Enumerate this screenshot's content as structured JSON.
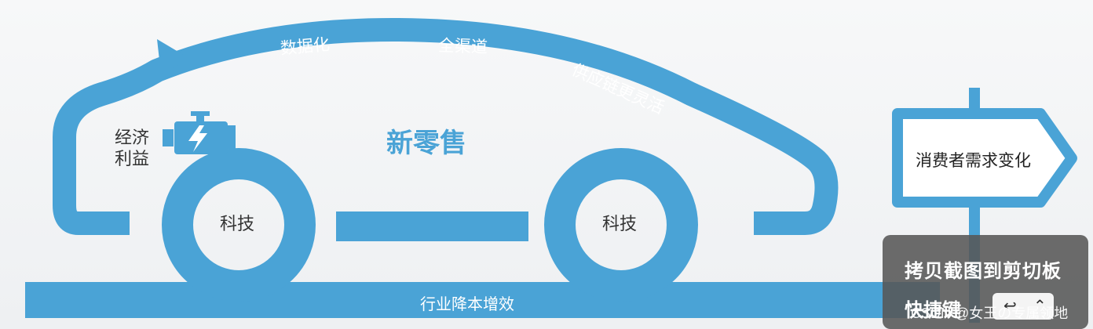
{
  "diagram": {
    "center_title": "新零售",
    "engine_label_line1": "经济",
    "engine_label_line2": "利益",
    "front_wheel_label": "科技",
    "rear_wheel_label": "科技",
    "road_label": "行业降本增效",
    "arc_labels": [
      "数据化",
      "全渠道",
      "供应链更灵活"
    ],
    "sign_label": "消费者需求变化",
    "accent_color": "#4aa3d6"
  },
  "toast": {
    "line1": "拷贝截图到剪切板",
    "line2": "快捷键",
    "key_left": "↩",
    "key_right": "⌃"
  },
  "watermark": "CSDN @女王の专属领地"
}
